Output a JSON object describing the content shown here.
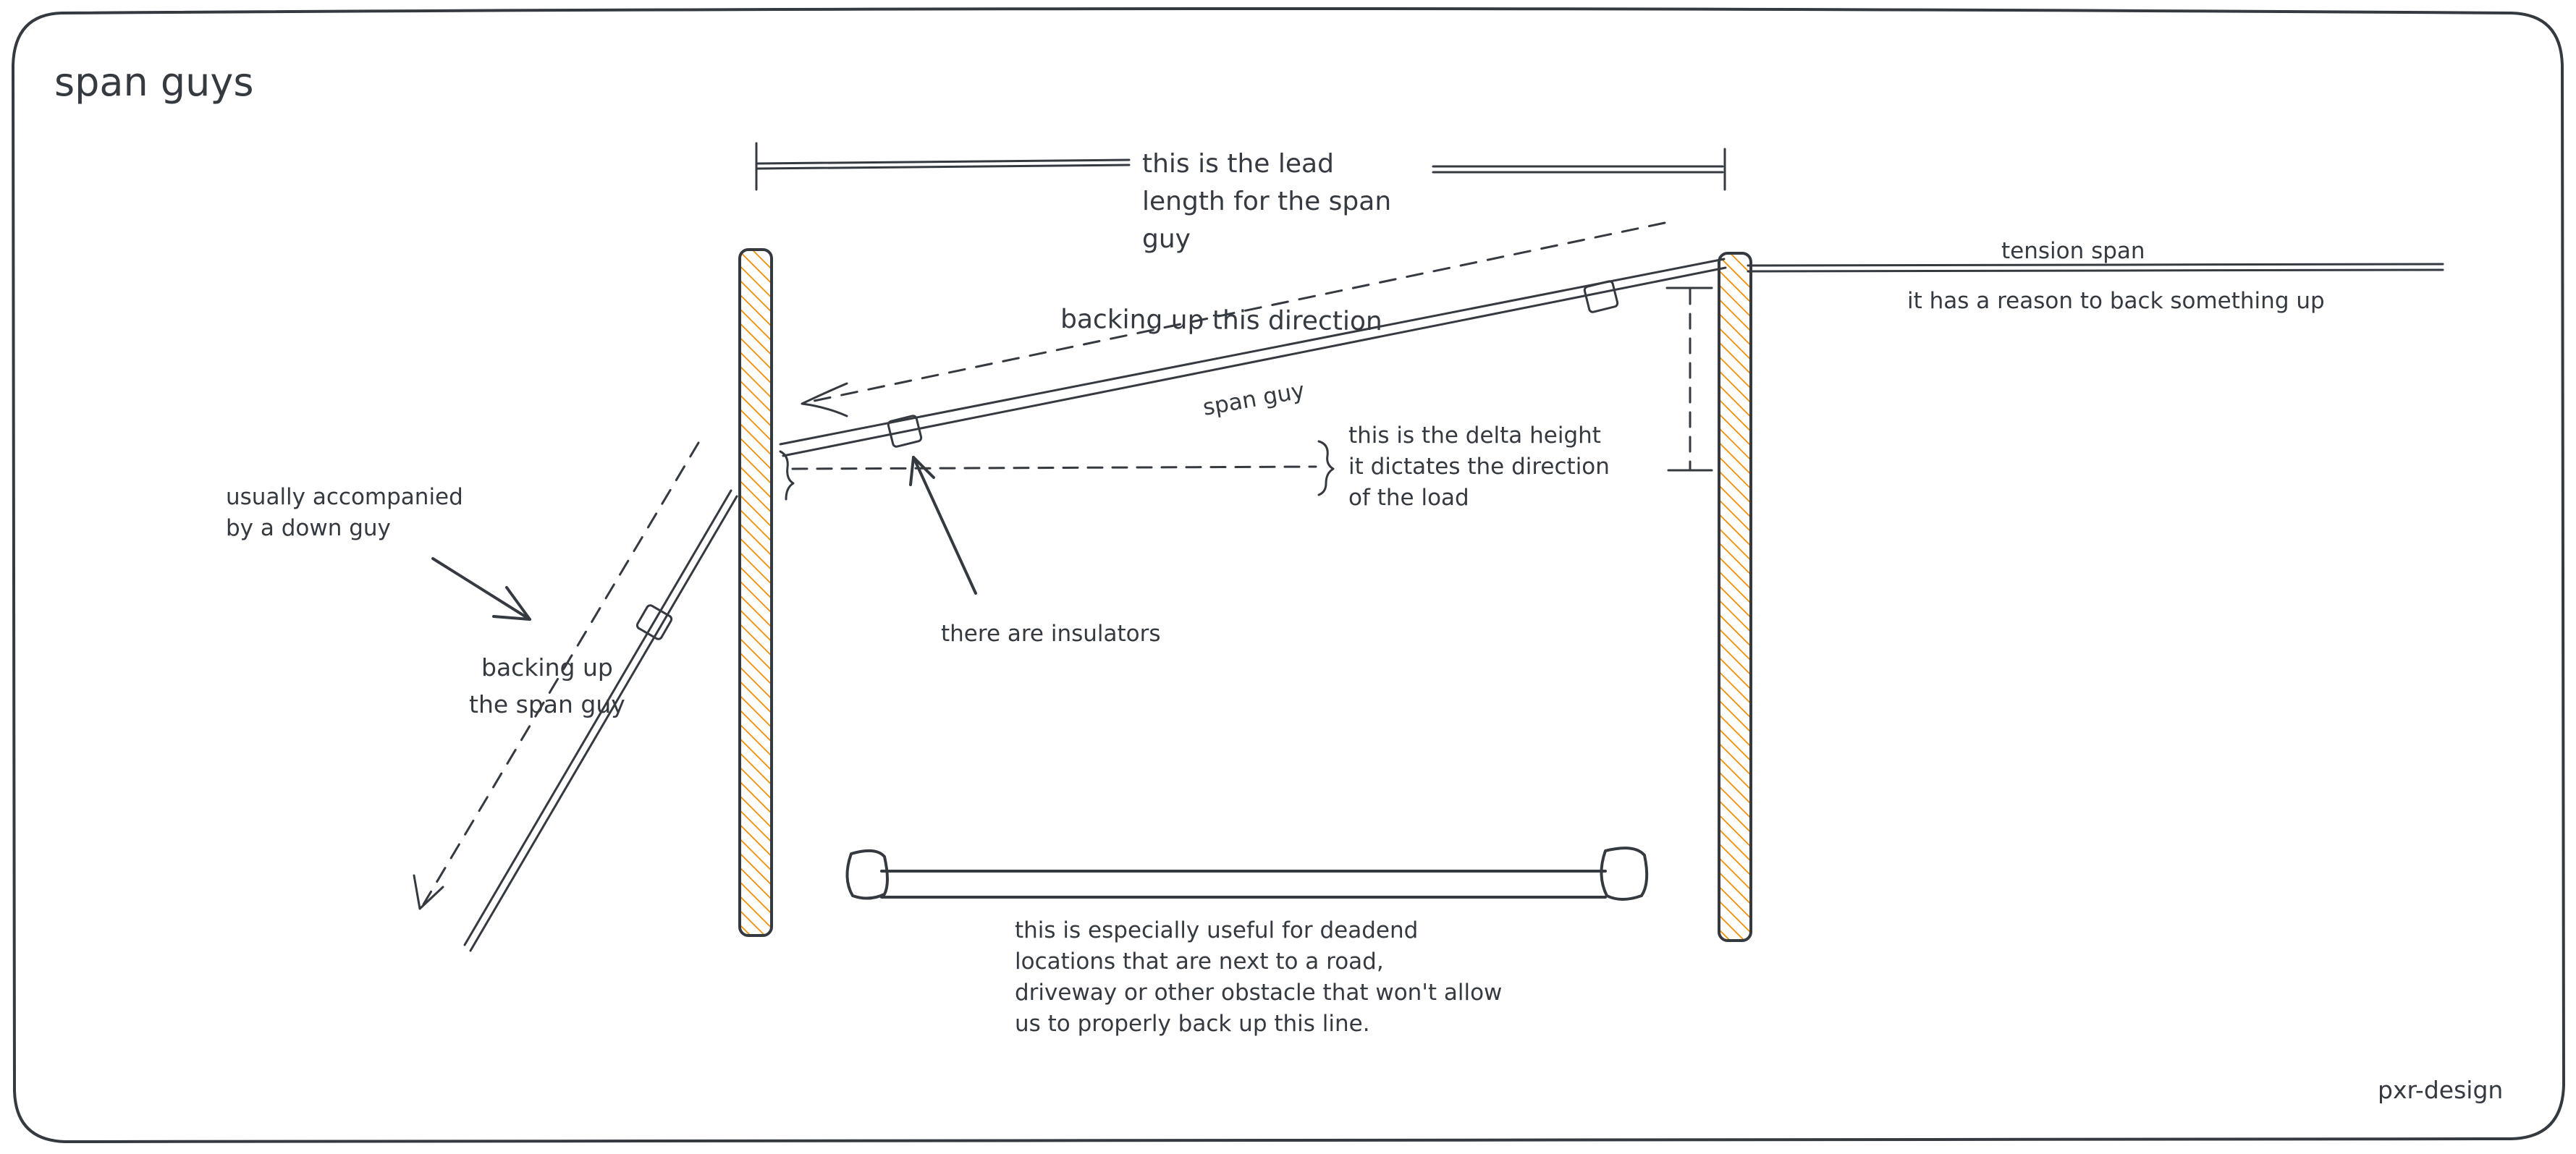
{
  "diagram": {
    "title": "span guys",
    "signature": "pxr-design",
    "labels": {
      "lead_length": [
        "this is the lead",
        "length for the span",
        "guy"
      ],
      "tension_span": "tension span",
      "tension_reason": "it has a reason to back something up",
      "backing_direction": "backing up this direction",
      "span_guy": "span guy",
      "delta_height": [
        "this is the delta height",
        "it dictates the direction",
        "of the load"
      ],
      "down_guy": [
        "usually accompanied",
        "by a down guy"
      ],
      "insulators": "there are insulators",
      "backing_span_guy": [
        "backing up",
        "the span guy"
      ],
      "deadend_note": [
        "this is especially useful for deadend",
        "locations that are next to a road,",
        "driveway or other obstacle that won't allow",
        "us to properly back up this line."
      ]
    },
    "colors": {
      "ink": "#343a40",
      "pole_fill": "#f08c00",
      "background": "#ffffff"
    }
  }
}
